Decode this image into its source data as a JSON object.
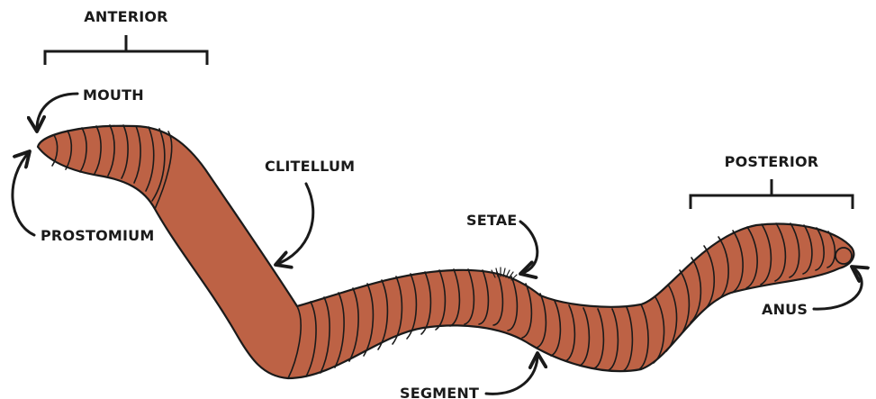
{
  "labels": {
    "anterior": "ANTERIOR",
    "mouth": "MOUTH",
    "prostomium": "PROSTOMIUM",
    "clitellum": "CLITELLUM",
    "setae": "SETAE",
    "segment": "SEGMENT",
    "posterior": "POSTERIOR",
    "anus": "ANUS"
  },
  "colors": {
    "worm_body": "#bd6245",
    "outline": "#1a1a1a",
    "background": "#ffffff"
  }
}
